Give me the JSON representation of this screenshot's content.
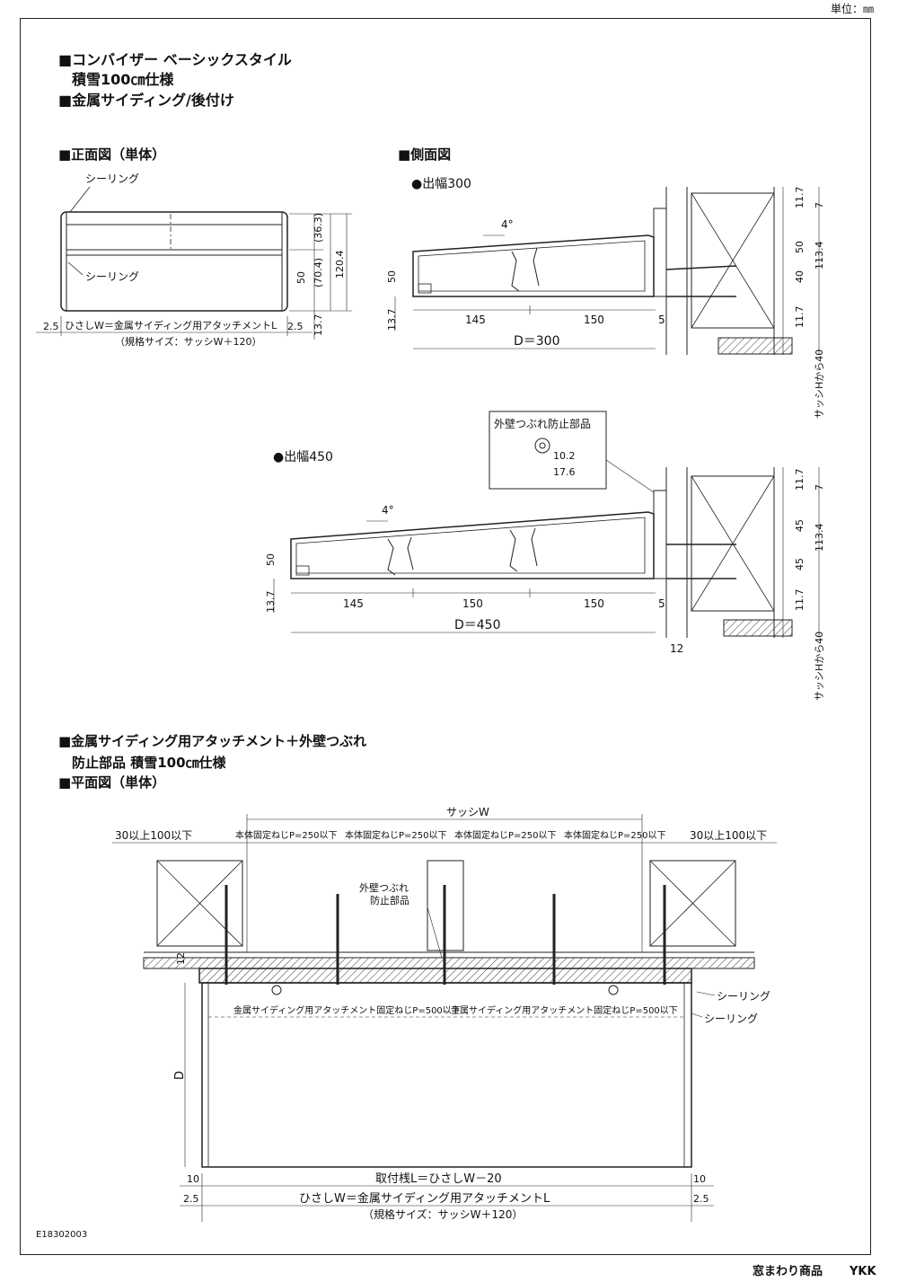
{
  "unit": "単位：㎜",
  "heading": {
    "line1": "■コンバイザー ベーシックスタイル",
    "line2": "積雪100㎝仕様",
    "line3": "■金属サイディング/後付け"
  },
  "front": {
    "title": "■正面図（単体）",
    "sealing_top": "シーリング",
    "sealing_mid": "シーリング",
    "dim_363": "(36.3)",
    "dim_50": "50",
    "dim_704": "(70.4)",
    "dim_1204": "120.4",
    "dim_137": "13.7",
    "dim_left": "2.5",
    "dim_right": "2.5",
    "width_label": "ひさしW＝金属サイディング用アタッチメントL",
    "size_label": "（規格サイズ：サッシW＋120）"
  },
  "side": {
    "title": "■側面図",
    "d300": {
      "label": "●出幅300",
      "angle": "4°",
      "h50": "50",
      "h137": "13.7",
      "w145": "145",
      "w150": "150",
      "w5": "5",
      "depth": "D＝300",
      "r117a": "11.7",
      "r7": "7",
      "r50": "50",
      "r40": "40",
      "r1134": "113.4",
      "r117b": "11.7",
      "sash": "サッシHから40"
    },
    "part_box": {
      "title": "外壁つぶれ防止部品",
      "d1": "10.2",
      "d2": "17.6"
    },
    "d450": {
      "label": "●出幅450",
      "angle": "4°",
      "h50": "50",
      "h137": "13.7",
      "w145": "145",
      "w150a": "150",
      "w150b": "150",
      "w5": "5",
      "w12": "12",
      "depth": "D＝450",
      "r117a": "11.7",
      "r7": "7",
      "r45a": "45",
      "r45b": "45",
      "r1134": "113.4",
      "r117b": "11.7",
      "sash": "サッシHから40"
    }
  },
  "plan": {
    "title1": "■金属サイディング用アタッチメント＋外壁つぶれ",
    "title2": "防止部品 積雪100㎝仕様",
    "title3": "■平面図（単体）",
    "sash_w": "サッシW",
    "margin_left": "30以上100以下",
    "margin_right": "30以上100以下",
    "screws": [
      "本体固定ねじP=250以下",
      "本体固定ねじP=250以下",
      "本体固定ねじP=250以下",
      "本体固定ねじP=250以下"
    ],
    "part_label1": "外壁つぶれ",
    "part_label2": "防止部品",
    "dim_12": "12",
    "attach_screw1": "金属サイディング用アタッチメント固定ねじP=500以下",
    "attach_screw2": "金属サイディング用アタッチメント固定ねじP=500以下",
    "sealing1": "シーリング",
    "sealing2": "シーリング",
    "d": "D",
    "dim10_left": "10",
    "dim10_right": "10",
    "rail": "取付桟L＝ひさしW－20",
    "dim25_left": "2.5",
    "dim25_right": "2.5",
    "width_label": "ひさしW＝金属サイディング用アタッチメントL",
    "size_label": "（規格サイズ：サッシW＋120）"
  },
  "footer": {
    "code": "E18302003",
    "category": "窓まわり商品",
    "brand": "YKK"
  }
}
